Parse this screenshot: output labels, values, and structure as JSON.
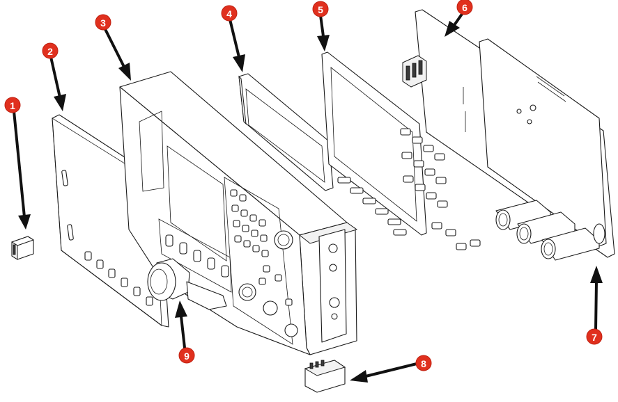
{
  "callouts": [
    {
      "id": "callout-1",
      "label": "1"
    },
    {
      "id": "callout-2",
      "label": "2"
    },
    {
      "id": "callout-3",
      "label": "3"
    },
    {
      "id": "callout-4",
      "label": "4"
    },
    {
      "id": "callout-5",
      "label": "5"
    },
    {
      "id": "callout-6",
      "label": "6"
    },
    {
      "id": "callout-7",
      "label": "7"
    },
    {
      "id": "callout-8",
      "label": "8"
    },
    {
      "id": "callout-9",
      "label": "9"
    }
  ],
  "colors": {
    "badge": "#e0301e",
    "badge_text": "#ffffff",
    "line": "#1a1a1a",
    "background": "#ffffff"
  }
}
